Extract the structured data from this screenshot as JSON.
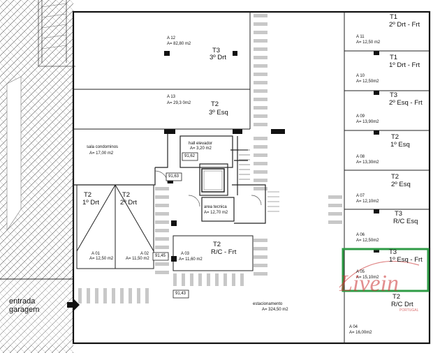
{
  "units": [
    {
      "code": "A 12",
      "area": "A= 82,80 m2",
      "type": "T3",
      "position": "3º Drt"
    },
    {
      "code": "A 13",
      "area": "A= 29,3 0m2",
      "type": "T2",
      "position": "3º Esq"
    },
    {
      "code": "A 11",
      "area": "A= 12,50 m2",
      "type": "T1",
      "position": "2º Drt - Frt"
    },
    {
      "code": "A 10",
      "area": "A= 12,50m2",
      "type": "T1",
      "position": "1º Drt - Frt"
    },
    {
      "code": "A 09",
      "area": "A= 13,90m2",
      "type": "T3",
      "position": "2º Esq - Frt"
    },
    {
      "code": "A 08",
      "area": "A= 13,30m2",
      "type": "T2",
      "position": "1º Esq"
    },
    {
      "code": "A 07",
      "area": "A= 12,10m2",
      "type": "T2",
      "position": "2º Esq"
    },
    {
      "code": "A 06",
      "area": "A= 12,50m2",
      "type": "T3",
      "position": "R/C Esq"
    },
    {
      "code": "A 05",
      "area": "A= 15,10m2",
      "type": "T3",
      "position": "1º Esq - Frt"
    },
    {
      "code": "A 04",
      "area": "A= 16,00m2",
      "type": "T2",
      "position": "R/C Drt"
    },
    {
      "code": "A 01",
      "area": "A= 12,50 m2",
      "type": "T2",
      "position": "1º Drt"
    },
    {
      "code": "A 02",
      "area": "A= 11,50 m2",
      "type": "T2",
      "position": "2º Drt"
    },
    {
      "code": "A 03",
      "area": "A= 11,60 m2",
      "type": "T2",
      "position": "R/C - Frt"
    }
  ],
  "rooms": {
    "condo_name": "sala condominos",
    "condo_area": "A= 17,00 m2",
    "hall_name": "hall elevador",
    "hall_area": "A= 3,20 m2",
    "tech_name": "area tecnica",
    "tech_area": "A= 12,70 m2",
    "parking_name": "estacionamento",
    "parking_area": "A= 324,50 m2"
  },
  "levels": {
    "l1": "91,62",
    "l2": "91,63",
    "l3": "91,45",
    "l4": "91,43"
  },
  "entrance": {
    "line1": "entrada",
    "line2": "garagem"
  },
  "watermark": {
    "brand": "Livein",
    "sub": "PORTUGAL"
  },
  "highlight_color": "#2e9b45",
  "watermark_color": "#cc3333"
}
